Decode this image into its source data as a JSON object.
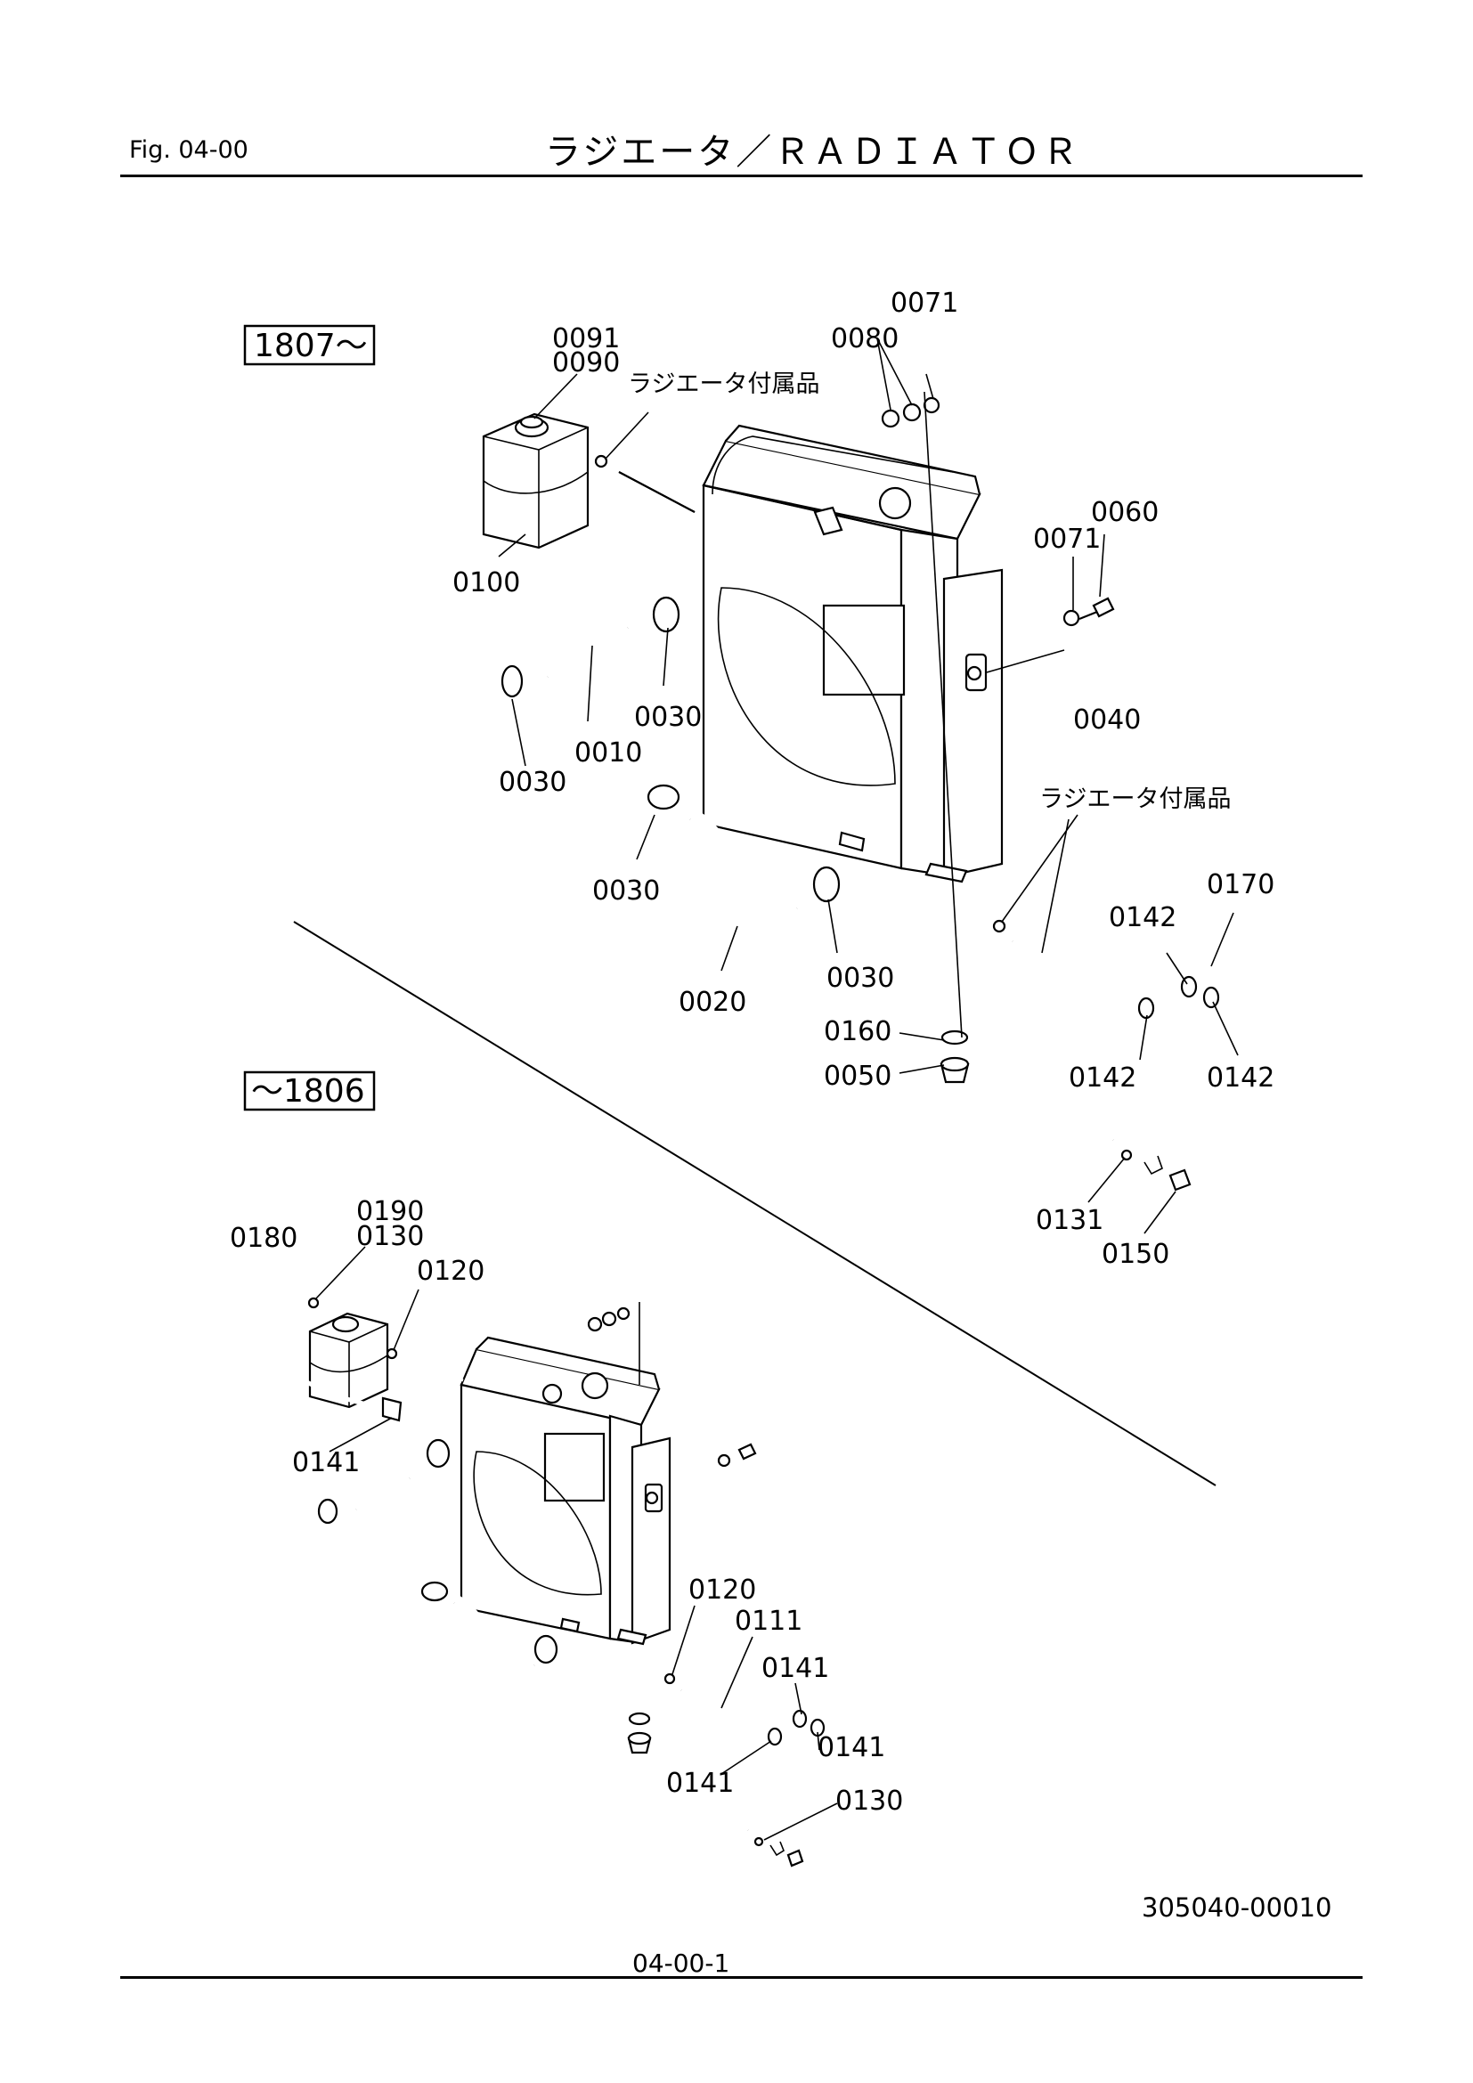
{
  "header": {
    "fig": "Fig.  04-00",
    "title": "ラジエータ／ＲＡＤＩＡＴＯＲ"
  },
  "views": {
    "new": {
      "serial_box": "1807～",
      "accessory_upper": "ラジエータ付属品",
      "accessory_lower": "ラジエータ付属品",
      "labels": {
        "p0071a": "0071",
        "p0080": "0080",
        "p0091": "0091",
        "p0090": "0090",
        "p0100": "0100",
        "p0060": "0060",
        "p0071b": "0071",
        "p0040": "0040",
        "p0030a": "0030",
        "p0010": "0010",
        "p0030b": "0030",
        "p0030c": "0030",
        "p0030d": "0030",
        "p0020": "0020",
        "p0160": "0160",
        "p0050": "0050",
        "p0170": "0170",
        "p0142a": "0142",
        "p0142b": "0142",
        "p0142c": "0142",
        "p0131": "0131",
        "p0150": "0150"
      }
    },
    "old": {
      "serial_box": "～1806",
      "labels": {
        "p0190": "0190",
        "p0130a": "0130",
        "p0180": "0180",
        "p0120a": "0120",
        "p0141a": "0141",
        "p0120b": "0120",
        "p0111": "0111",
        "p0141b": "0141",
        "p0141c": "0141",
        "p0141d": "0141",
        "p0130b": "0130"
      }
    }
  },
  "drawing_number": "305040-00010",
  "footer": {
    "page": "04-00-1"
  }
}
